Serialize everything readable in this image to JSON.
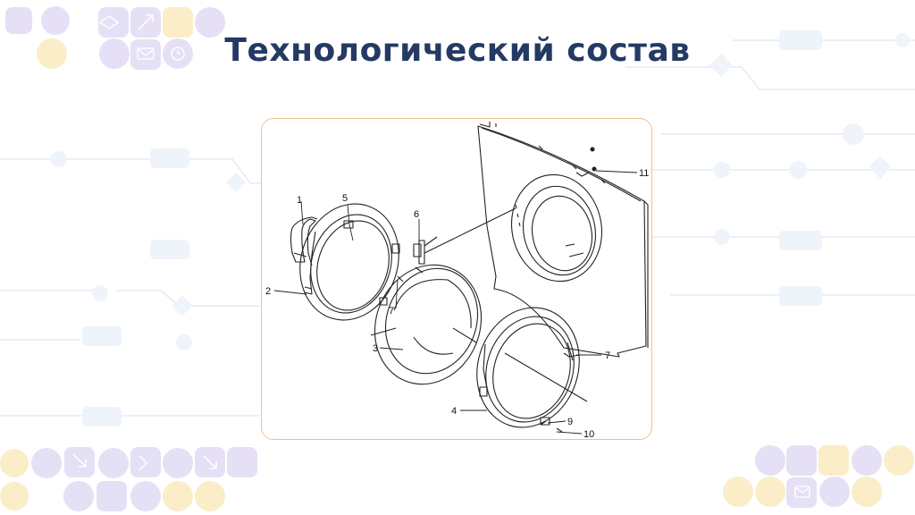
{
  "slide": {
    "title": "Технологический состав"
  },
  "diagram": {
    "part_labels": [
      "1",
      "2",
      "3",
      "4",
      "5",
      "6",
      "7",
      "7",
      "7",
      "9",
      "10",
      "11"
    ]
  },
  "colors": {
    "title": "#243a63",
    "frame_border": "#f1c08f",
    "deco_purple": "#e6e0f6",
    "deco_yellow": "#fbedc8",
    "deco_lines": "#e3ecf4"
  }
}
